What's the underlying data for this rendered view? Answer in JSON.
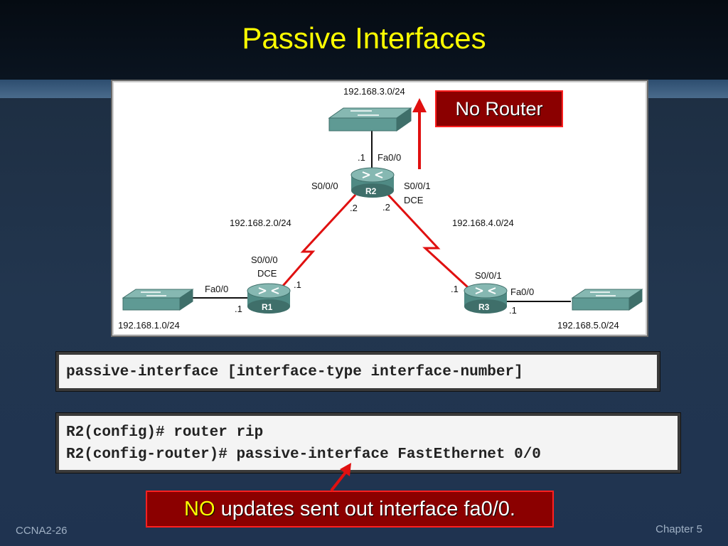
{
  "slide": {
    "title": "Passive Interfaces",
    "footer_left": "CCNA2-26",
    "footer_right": "Chapter 5"
  },
  "diagram": {
    "networks": {
      "top": "192.168.3.0/24",
      "left_wan": "192.168.2.0/24",
      "right_wan": "192.168.4.0/24",
      "left_lan": "192.168.1.0/24",
      "right_lan": "192.168.5.0/24"
    },
    "routers": {
      "r1": {
        "name": "R1",
        "s_iface": "S0/0/0",
        "dce": "DCE",
        "s_host": ".1",
        "fa_iface": "Fa0/0",
        "fa_host": ".1"
      },
      "r2": {
        "name": "R2",
        "fa_iface": "Fa0/0",
        "fa_host": ".1",
        "left_iface": "S0/0/0",
        "left_host": ".2",
        "right_iface": "S0/0/1",
        "right_dce": "DCE",
        "right_host": ".2"
      },
      "r3": {
        "name": "R3",
        "s_iface": "S0/0/1",
        "s_host": ".1",
        "fa_iface": "Fa0/0",
        "fa_host": ".1"
      }
    },
    "colors": {
      "device": "#5f9a94",
      "device_dark": "#3f6f6a",
      "serial_link": "#e01010",
      "arrow": "#e01010"
    }
  },
  "callouts": {
    "no_router": "No Router",
    "note_prefix": "NO",
    "note_rest": " updates sent out interface fa0/0."
  },
  "code": {
    "syntax": "passive-interface [interface-type interface-number]",
    "config_lines": [
      "R2(config)# router rip",
      "R2(config-router)# passive-interface FastEthernet 0/0"
    ]
  }
}
